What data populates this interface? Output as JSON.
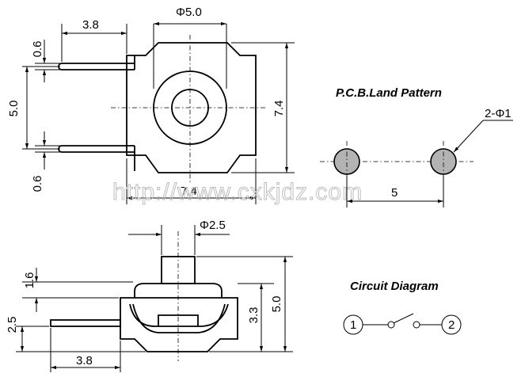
{
  "top_view": {
    "dim_diameter": "Φ5.0",
    "dim_lead_offset": "3.8",
    "dim_lead_width_top": "0.6",
    "dim_lead_pitch": "5.0",
    "dim_lead_width_bottom": "0.6",
    "dim_body_height": "7.4",
    "dim_body_width": "7.4"
  },
  "watermark": "http://www.cxkjdz.com",
  "pcb": {
    "title": "P.C.B.Land Pattern",
    "dim_hole": "2-Φ1",
    "dim_pitch": "5"
  },
  "side_view": {
    "dim_actuator": "Φ2.5",
    "dim_actuator_height": "1.6",
    "dim_lead_height": "2.5",
    "dim_lead_offset": "3.8",
    "dim_body_height": "3.3",
    "dim_total_height": "5.0"
  },
  "circuit": {
    "title": "Circuit Diagram",
    "pin1": "1",
    "pin2": "2"
  },
  "colors": {
    "pad": "#b3b3b3",
    "line": "#000000",
    "watermark": "#bdbdbd"
  }
}
